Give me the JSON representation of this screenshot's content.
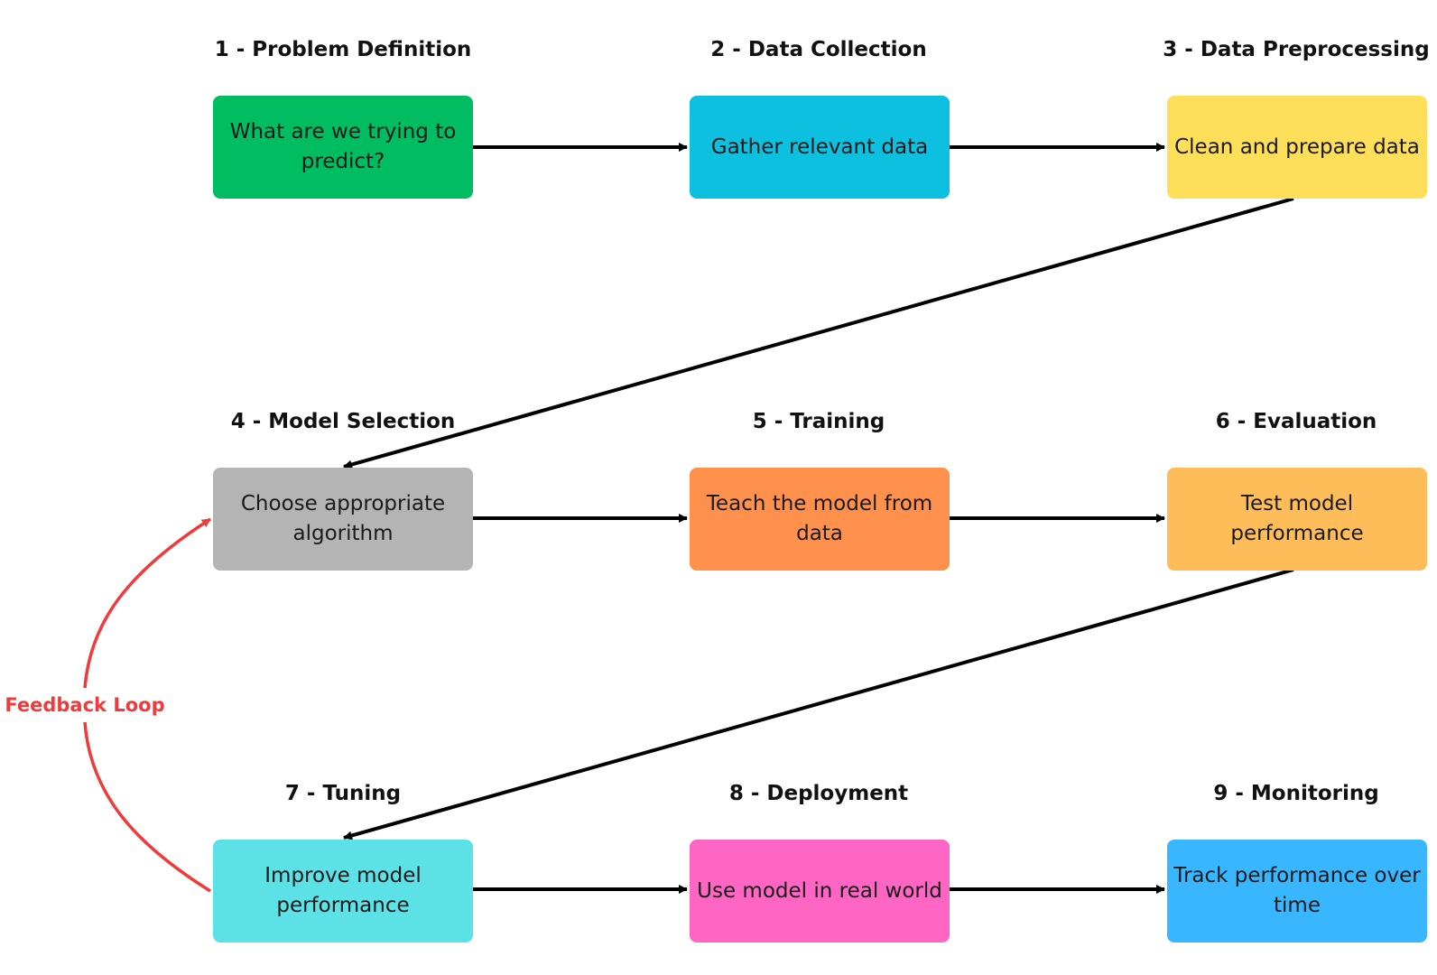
{
  "steps": [
    {
      "title": "1 - Problem Definition",
      "text": "What  are we trying to predict?",
      "color": "#00bd62"
    },
    {
      "title": "2 - Data Collection",
      "text": "Gather relevant data",
      "color": "#0dc0df"
    },
    {
      "title": "3 - Data Preprocessing",
      "text": "Clean and prepare data",
      "color": "#ffde5a"
    },
    {
      "title": "4 - Model Selection",
      "text": "Choose appropriate algorithm",
      "color": "#b4b4b4"
    },
    {
      "title": "5 - Training",
      "text": "Teach the model from data",
      "color": "#ff914d"
    },
    {
      "title": "6 - Evaluation",
      "text": "Test model performance",
      "color": "#ffbd59"
    },
    {
      "title": "7 - Tuning",
      "text": "Improve model performance",
      "color": "#5ce1e6"
    },
    {
      "title": "8 - Deployment",
      "text": "Use model in real world",
      "color": "#ff66c4"
    },
    {
      "title": "9 - Monitoring",
      "text": "Track performance over time",
      "color": "#38b6ff"
    }
  ],
  "feedback": {
    "label": "Feedback Loop",
    "color": "#ef3b3b"
  }
}
